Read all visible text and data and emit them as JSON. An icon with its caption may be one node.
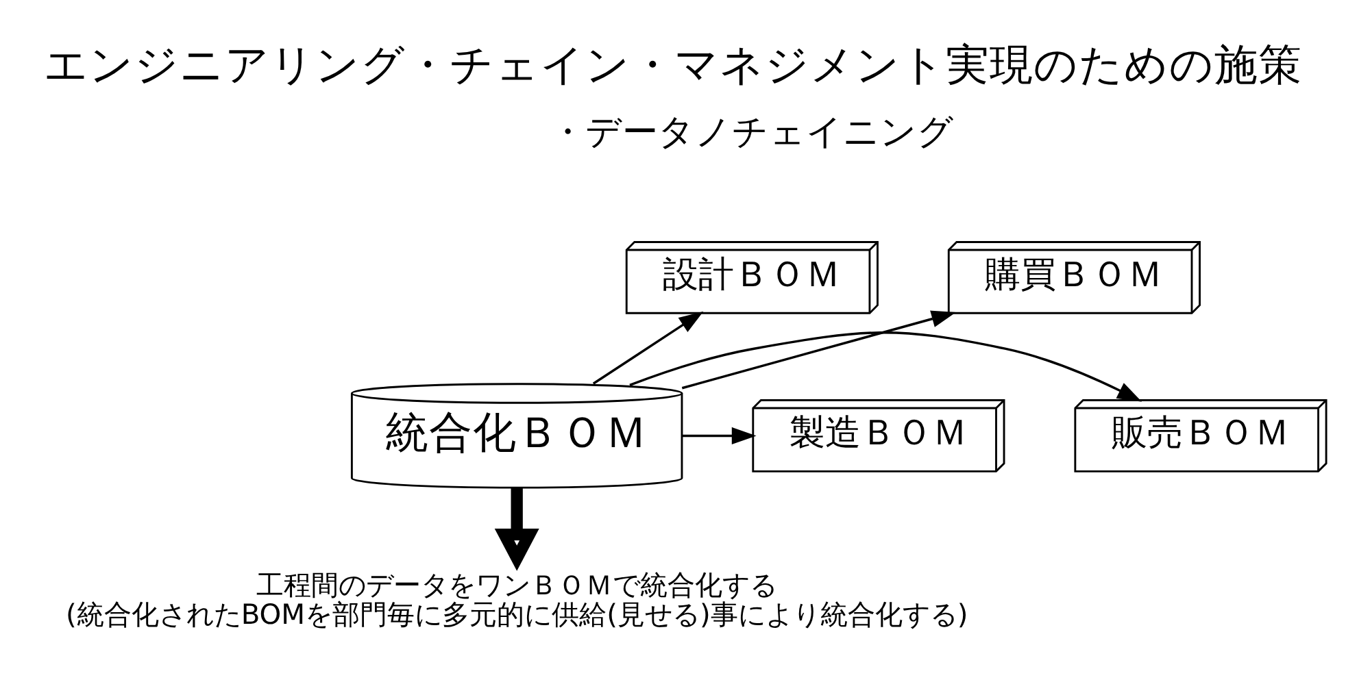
{
  "diagram": {
    "title": "エンジニアリング・チェイン・マネジメント実現のための施策",
    "nodes": [
      {
        "text": [
          "統合化ＢＯＭ"
        ]
      },
      {
        "text": [
          "設計ＢＯＭ"
        ]
      },
      {
        "text": [
          "購買ＢＯＭ"
        ]
      },
      {
        "text": [
          "販売ＢＯＭ"
        ]
      },
      {
        "text": [
          "製造ＢＯＭ"
        ]
      },
      {
        "text": [
          "工程間のデータをワンＢＯＭで統合化する"
        ],
        "beside": [
          "(統合化されたBOMを部門毎に多元的に供給(見せる)事により統合化する)"
        ]
      }
    ],
    "edges": [
      {
        "from": 0,
        "to": 1,
        "arrow": "to"
      },
      {
        "from": 0,
        "to": 2,
        "arrow": "to"
      },
      {
        "from": 0,
        "to": 3,
        "arrow": "to"
      },
      {
        "from": 0,
        "to": 4,
        "arrow": "to"
      },
      {
        "from": 0,
        "to": 5,
        "arrow": "to",
        "style": "thick"
      }
    ],
    "labels": [
      "・データノチェイニング"
    ]
  }
}
